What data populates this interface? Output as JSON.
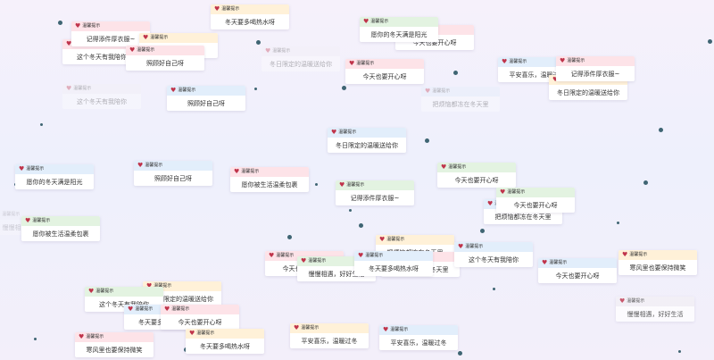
{
  "popup_title": "温馨提示",
  "messages": {
    "drink_water": "冬天要多喝热水呀",
    "wear_warm": "记得添件厚衣服~",
    "sunshine": "愿你的冬天满是阳光",
    "happy": "今天也要开心呀",
    "take_care": "照顾好自己呀",
    "gentle": "愿你被生活温柔包裹",
    "winter_gift": "冬日限定的温暖送给你",
    "with_you": "这个冬天有我陪你",
    "keep_smile": "寒风里也要保持微笑",
    "safe": "平安喜乐，温暖过冬",
    "meet": "慢慢相遇，好好生活",
    "freeze": "把烦恼都冻在冬天里"
  }
}
